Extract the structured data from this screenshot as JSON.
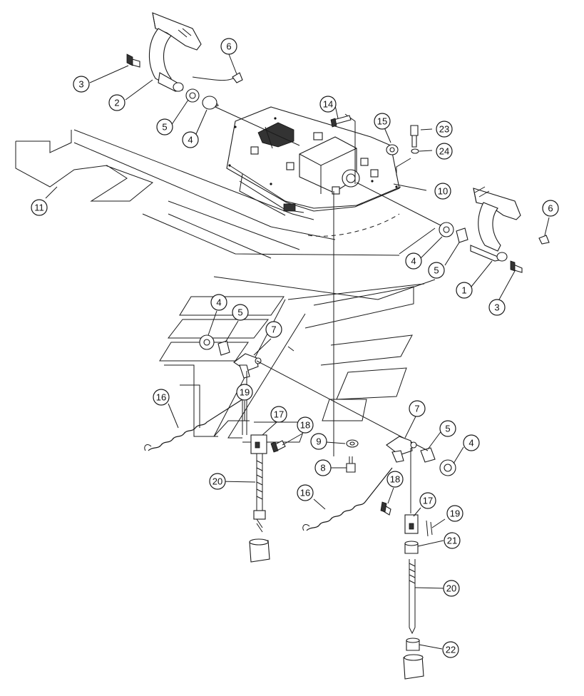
{
  "diagram": {
    "callouts": [
      {
        "id": "c1",
        "label": "1"
      },
      {
        "id": "c2",
        "label": "2"
      },
      {
        "id": "c3a",
        "label": "3"
      },
      {
        "id": "c3b",
        "label": "3"
      },
      {
        "id": "c4a",
        "label": "4"
      },
      {
        "id": "c4b",
        "label": "4"
      },
      {
        "id": "c4c",
        "label": "4"
      },
      {
        "id": "c4d",
        "label": "4"
      },
      {
        "id": "c5a",
        "label": "5"
      },
      {
        "id": "c5b",
        "label": "5"
      },
      {
        "id": "c5c",
        "label": "5"
      },
      {
        "id": "c5d",
        "label": "5"
      },
      {
        "id": "c6a",
        "label": "6"
      },
      {
        "id": "c6b",
        "label": "6"
      },
      {
        "id": "c7a",
        "label": "7"
      },
      {
        "id": "c7b",
        "label": "7"
      },
      {
        "id": "c8",
        "label": "8"
      },
      {
        "id": "c9",
        "label": "9"
      },
      {
        "id": "c10",
        "label": "10"
      },
      {
        "id": "c11",
        "label": "11"
      },
      {
        "id": "c14",
        "label": "14"
      },
      {
        "id": "c15",
        "label": "15"
      },
      {
        "id": "c16a",
        "label": "16"
      },
      {
        "id": "c16b",
        "label": "16"
      },
      {
        "id": "c17a",
        "label": "17"
      },
      {
        "id": "c17b",
        "label": "17"
      },
      {
        "id": "c18a",
        "label": "18"
      },
      {
        "id": "c18b",
        "label": "18"
      },
      {
        "id": "c19a",
        "label": "19"
      },
      {
        "id": "c19b",
        "label": "19"
      },
      {
        "id": "c20a",
        "label": "20"
      },
      {
        "id": "c20b",
        "label": "20"
      },
      {
        "id": "c21",
        "label": "21"
      },
      {
        "id": "c22",
        "label": "22"
      },
      {
        "id": "c23",
        "label": "23"
      },
      {
        "id": "c24",
        "label": "24"
      }
    ]
  }
}
